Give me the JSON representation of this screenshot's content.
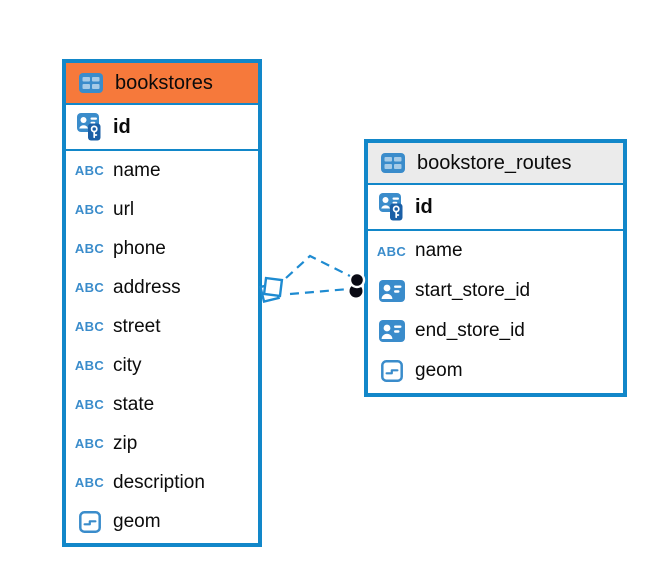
{
  "diagram": {
    "tables": [
      {
        "name": "bookstores",
        "header_style": "orange",
        "primary_key": "id",
        "fields": [
          {
            "name": "name",
            "type": "text"
          },
          {
            "name": "url",
            "type": "text"
          },
          {
            "name": "phone",
            "type": "text"
          },
          {
            "name": "address",
            "type": "text"
          },
          {
            "name": "street",
            "type": "text"
          },
          {
            "name": "city",
            "type": "text"
          },
          {
            "name": "state",
            "type": "text"
          },
          {
            "name": "zip",
            "type": "text"
          },
          {
            "name": "description",
            "type": "text"
          },
          {
            "name": "geom",
            "type": "geometry"
          }
        ]
      },
      {
        "name": "bookstore_routes",
        "header_style": "gray",
        "primary_key": "id",
        "fields": [
          {
            "name": "name",
            "type": "text"
          },
          {
            "name": "start_store_id",
            "type": "foreign-key"
          },
          {
            "name": "end_store_id",
            "type": "foreign-key"
          },
          {
            "name": "geom",
            "type": "geometry"
          }
        ]
      }
    ],
    "relationships": [
      {
        "from_table": "bookstore_routes",
        "from_field": "start_store_id",
        "to_table": "bookstores",
        "to_field": "id",
        "style": "dashed"
      },
      {
        "from_table": "bookstore_routes",
        "from_field": "end_store_id",
        "to_table": "bookstores",
        "to_field": "id",
        "style": "dashed"
      }
    ]
  },
  "type_labels": {
    "text_icon_glyph": "ABC"
  },
  "colors": {
    "table_border": "#1287c9",
    "bookstores_header_bg": "#f6793b",
    "routes_header_bg": "#ebebeb",
    "icon_blue": "#3a8ccb",
    "icon_dark_blue": "#1b5fa6",
    "relationship_line": "#1e8bd1",
    "text": "#0b0b0b",
    "canvas_bg": "#ffffff"
  }
}
